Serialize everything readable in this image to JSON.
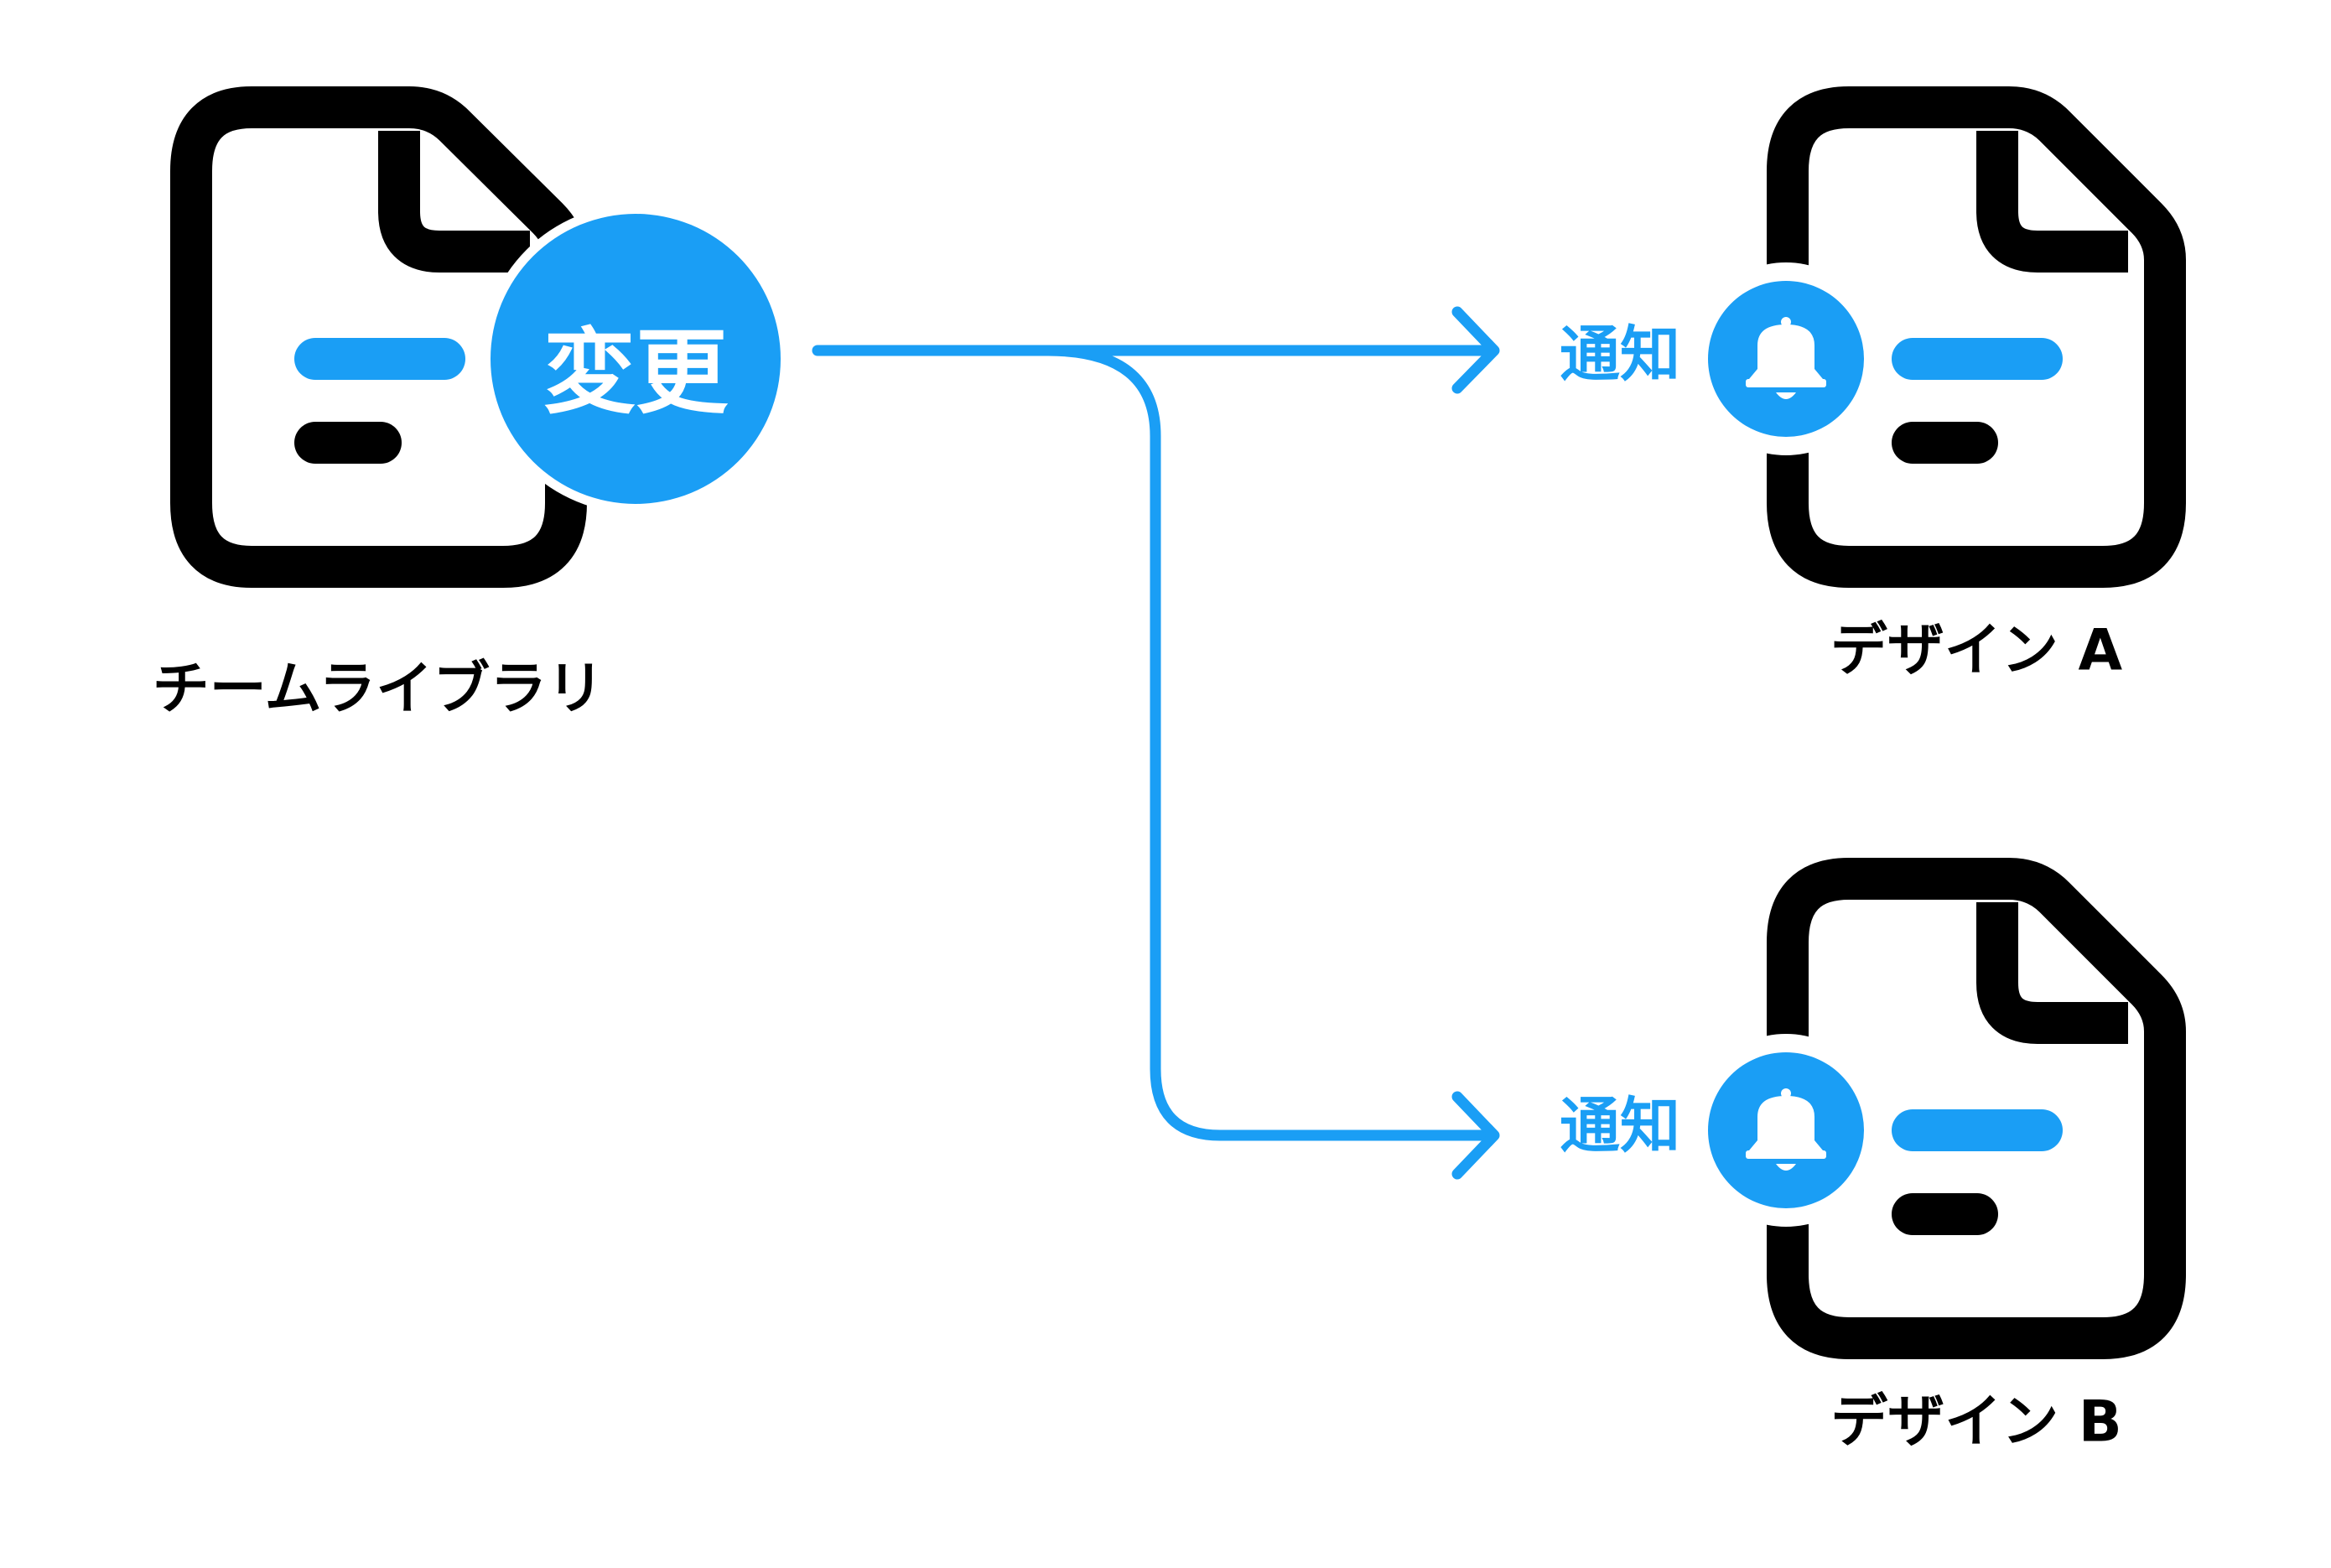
{
  "colors": {
    "accent": "#1a9ef5",
    "ink": "#000000",
    "background": "#ffffff"
  },
  "source": {
    "label": "チームライブラリ",
    "badge_text": "変更"
  },
  "targets": [
    {
      "label": "デザイン A",
      "badge_icon": "bell-icon",
      "arrow_label": "通知"
    },
    {
      "label": "デザイン B",
      "badge_icon": "bell-icon",
      "arrow_label": "通知"
    }
  ]
}
